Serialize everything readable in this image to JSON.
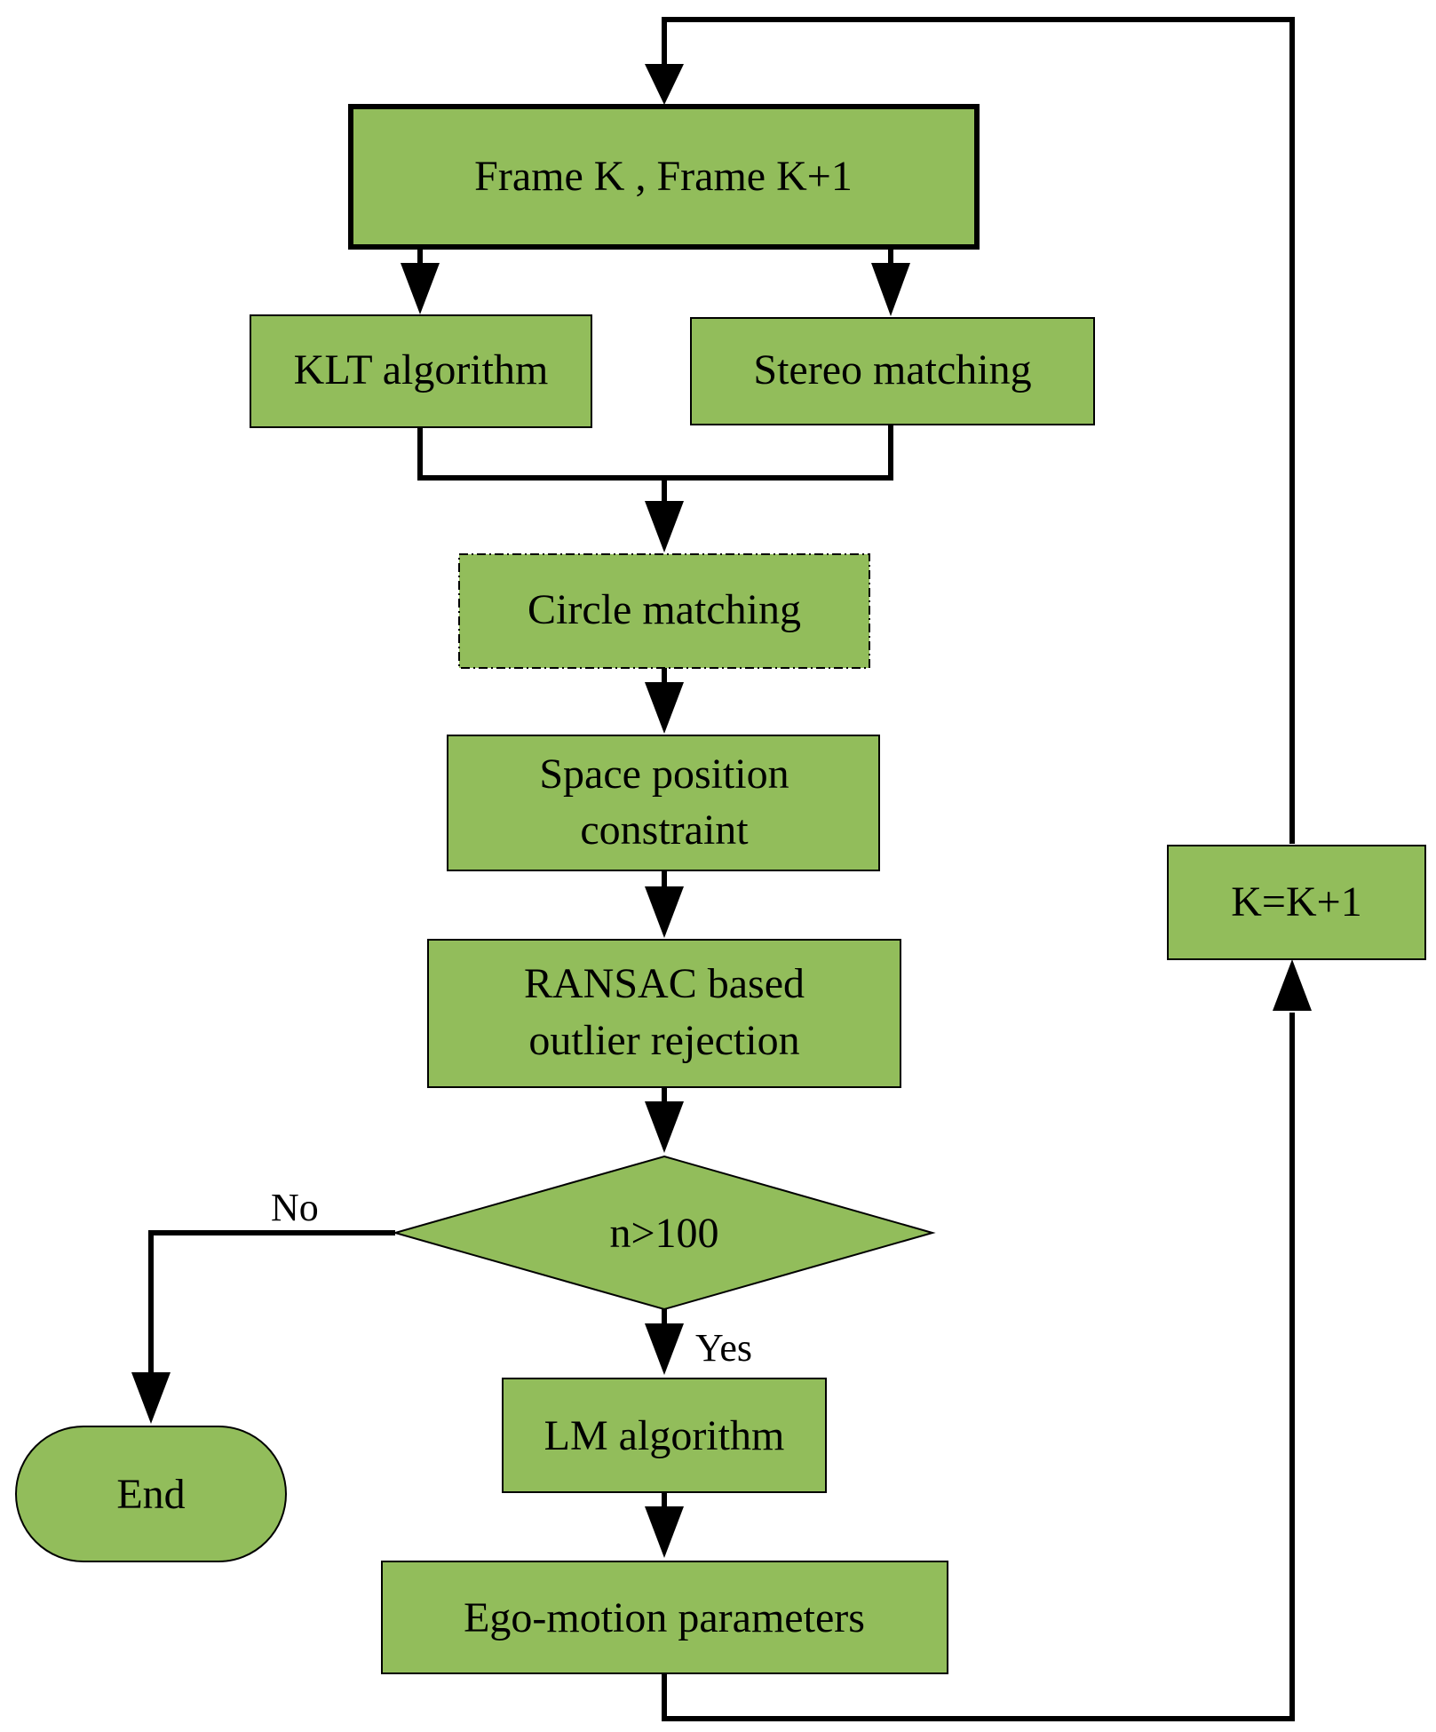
{
  "diagram": {
    "nodes": {
      "frames": {
        "label": "Frame K , Frame K+1"
      },
      "klt": {
        "label": "KLT algorithm"
      },
      "stereo": {
        "label": "Stereo matching"
      },
      "circle": {
        "label": "Circle matching"
      },
      "space": {
        "label_line1": "Space position",
        "label_line2": "constraint"
      },
      "ransac": {
        "label_line1": "RANSAC based",
        "label_line2": "outlier rejection"
      },
      "decision": {
        "label": "n>100"
      },
      "lm": {
        "label": "LM algorithm"
      },
      "ego": {
        "label": "Ego-motion parameters"
      },
      "end": {
        "label": "End"
      },
      "increment": {
        "label": "K=K+1"
      }
    },
    "edges": {
      "no_label": "No",
      "yes_label": "Yes"
    },
    "colors": {
      "node_fill": "#92bd5b",
      "stroke": "#000000"
    }
  }
}
